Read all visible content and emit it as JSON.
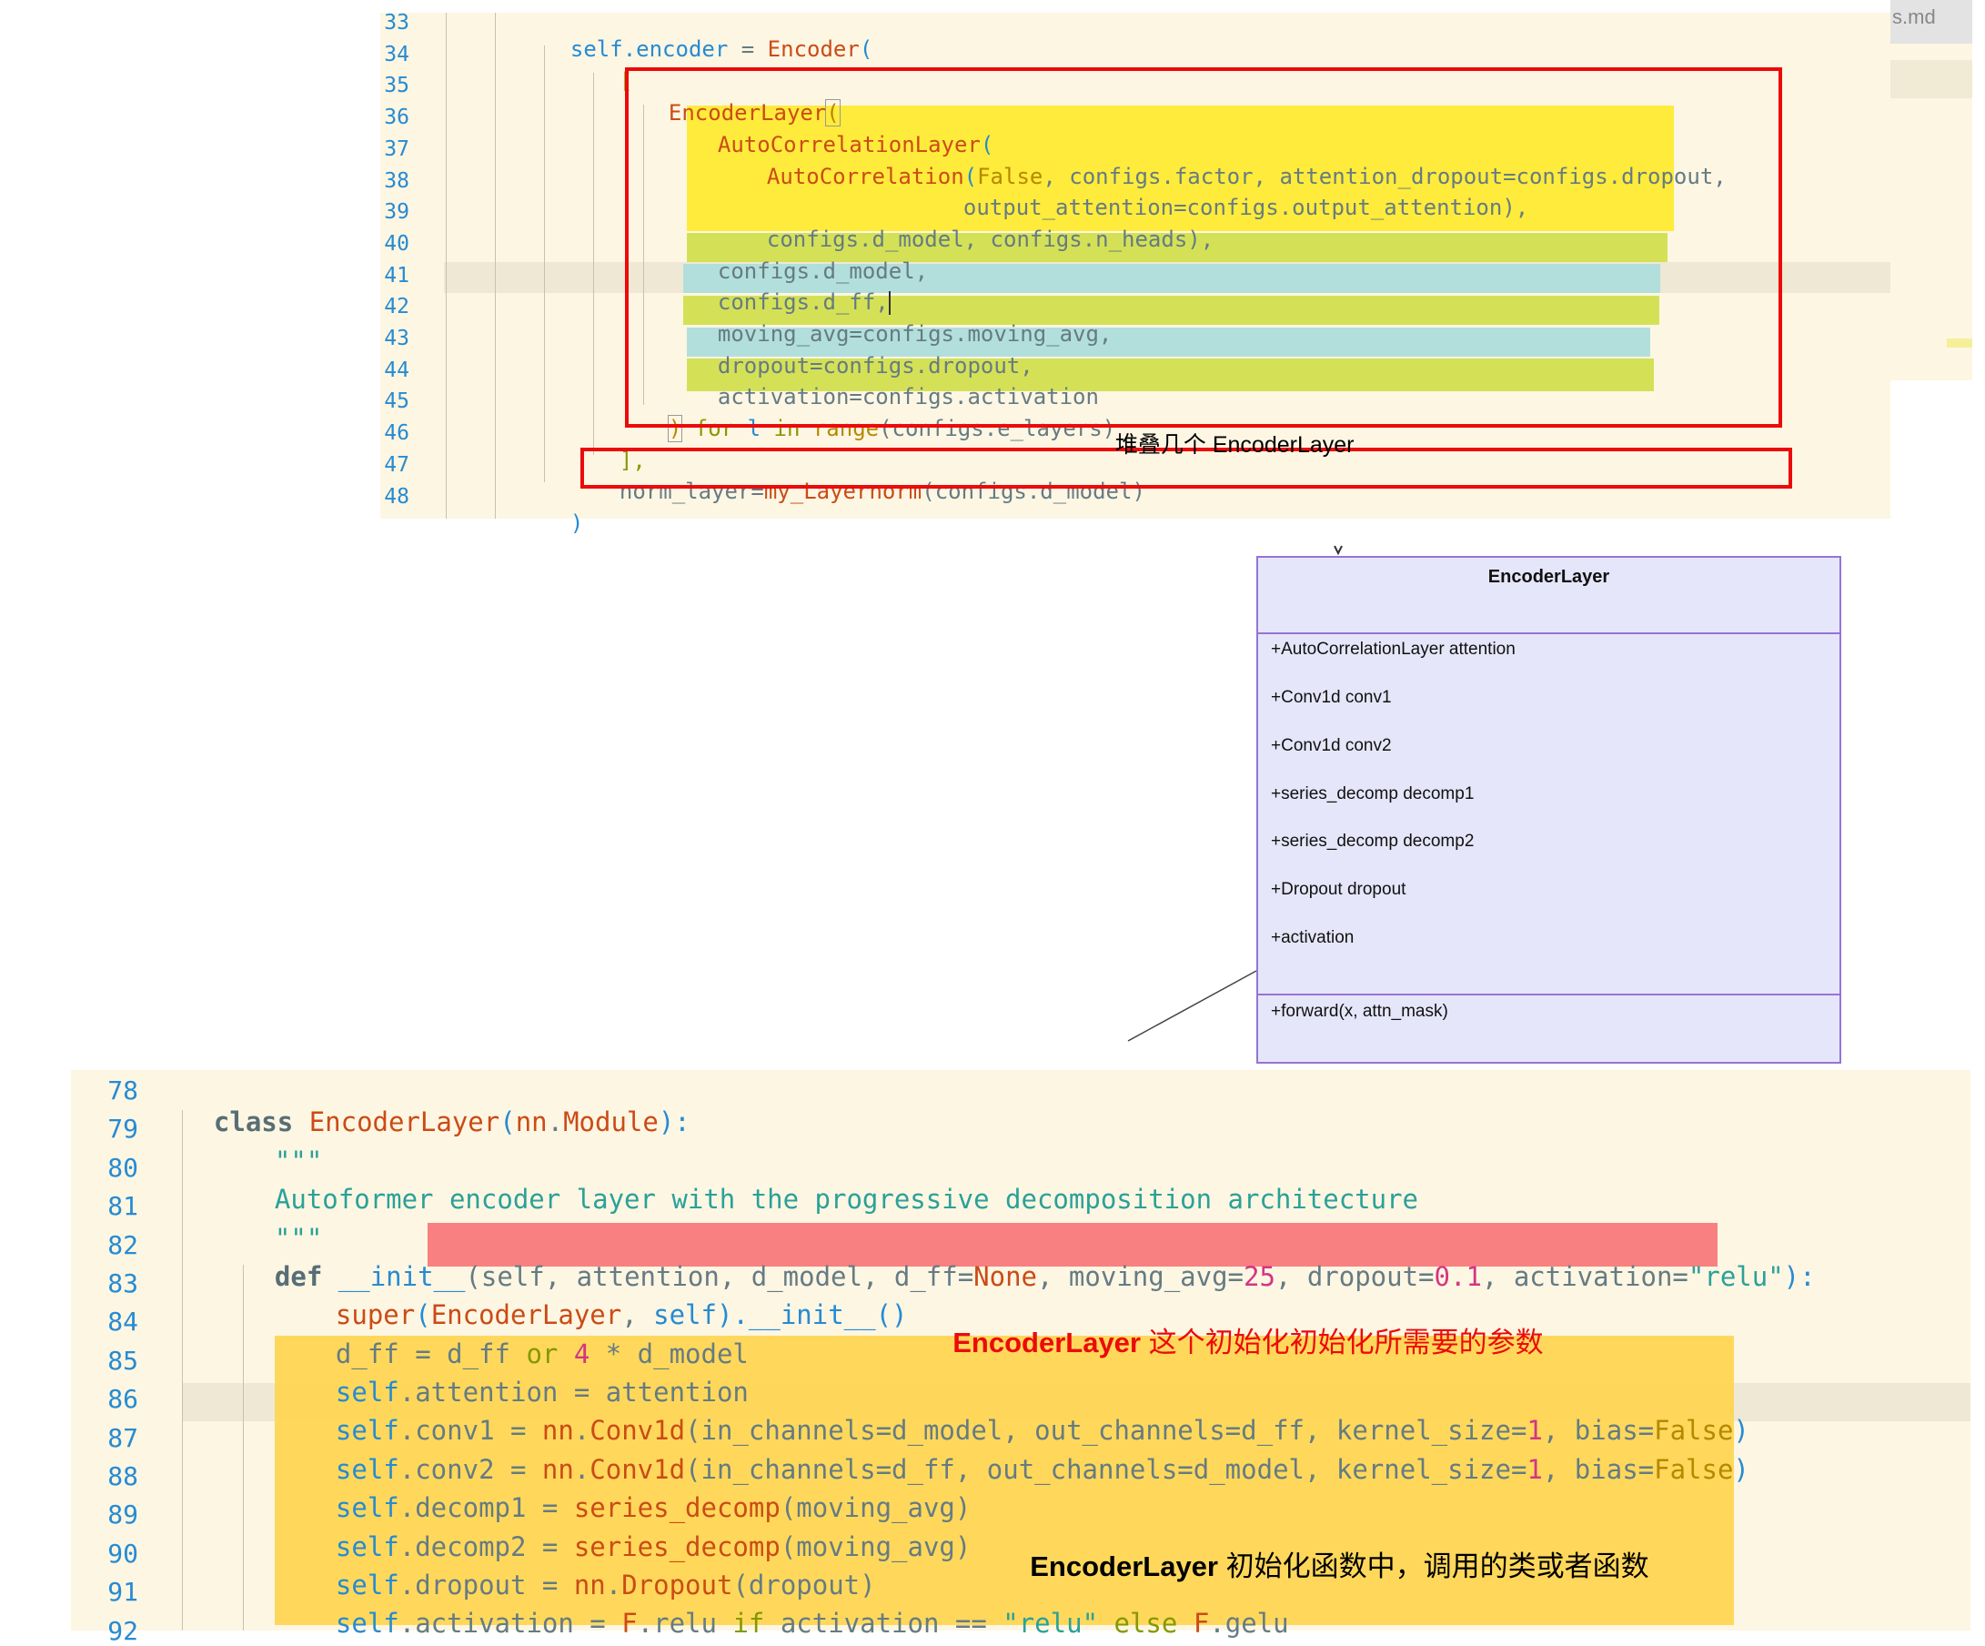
{
  "editor_top": {
    "line_numbers": [
      "33",
      "34",
      "35",
      "36",
      "37",
      "38",
      "39",
      "40",
      "41",
      "42",
      "43",
      "44",
      "45",
      "46",
      "47",
      "48"
    ],
    "lines": [
      [
        "self.",
        "encoder",
        " = ",
        "Encoder",
        "("
      ],
      [
        "["
      ],
      [
        "EncoderLayer",
        "("
      ],
      [
        "AutoCorrelationLayer",
        "("
      ],
      [
        "AutoCorrelation",
        "(",
        "False",
        ", configs.factor, attention_dropout=configs.dropout,"
      ],
      [
        "output_attention=configs.output_attention),"
      ],
      [
        "configs.d_model, configs.n_heads),"
      ],
      [
        "configs.d_model,"
      ],
      [
        "configs.d_ff,"
      ],
      [
        "moving_avg=configs.moving_avg,"
      ],
      [
        "dropout=configs.dropout,"
      ],
      [
        "activation=configs.activation"
      ],
      [
        ")",
        " for ",
        "l",
        " in ",
        "range",
        "(configs.e_layers)"
      ],
      [
        "],"
      ],
      [
        "norm_layer",
        "=",
        "my_Layernorm",
        "(configs.d_model)"
      ],
      [
        ")"
      ]
    ],
    "annotation": "堆叠几个 EncoderLayer",
    "tab_fragment": "s.md"
  },
  "uml": {
    "class_name": "EncoderLayer",
    "attributes": [
      "+AutoCorrelationLayer attention",
      "+Conv1d conv1",
      "+Conv1d conv2",
      "+series_decomp decomp1",
      "+series_decomp decomp2",
      "+Dropout dropout",
      "+activation"
    ],
    "methods": [
      "+forward(x, attn_mask)"
    ]
  },
  "editor_bottom": {
    "line_numbers": [
      "78",
      "79",
      "80",
      "81",
      "82",
      "83",
      "84",
      "85",
      "86",
      "87",
      "88",
      "89",
      "90",
      "91",
      "92"
    ],
    "lines": [
      [
        "class",
        " ",
        "EncoderLayer",
        "(",
        "nn",
        ".",
        "Module",
        "):"
      ],
      [
        "\"\"\""
      ],
      [
        "Autoformer encoder layer with the progressive decomposition architecture"
      ],
      [
        "\"\"\""
      ],
      [
        "def",
        " ",
        "__init__",
        "(self, attention, d_model, d_ff=",
        "None",
        ", moving_avg=",
        "25",
        ", dropout=",
        "0.1",
        ", activation=",
        "\"relu\"",
        "):"
      ],
      [
        "super",
        "(",
        "EncoderLayer",
        ", ",
        "self",
        ").",
        "__init__",
        "()"
      ],
      [
        "d_ff = d_ff ",
        "or",
        " ",
        "4",
        " * d_model"
      ],
      [
        "self",
        ".attention = attention"
      ],
      [
        "self",
        ".conv1 = ",
        "nn",
        ".",
        "Conv1d",
        "(in_channels=d_model, out_channels=d_ff, kernel_size=",
        "1",
        ", bias=",
        "False",
        ")"
      ],
      [
        "self",
        ".conv2 = ",
        "nn",
        ".",
        "Conv1d",
        "(in_channels=d_ff, out_channels=d_model, kernel_size=",
        "1",
        ", bias=",
        "False",
        ")"
      ],
      [
        "self",
        ".decomp1 = ",
        "series_decomp",
        "(moving_avg)"
      ],
      [
        "self",
        ".decomp2 = ",
        "series_decomp",
        "(moving_avg)"
      ],
      [
        "self",
        ".dropout = ",
        "nn",
        ".",
        "Dropout",
        "(dropout)"
      ],
      [
        "self",
        ".activation = ",
        "F",
        ".relu ",
        "if",
        " activation == ",
        "\"relu\"",
        " ",
        "else",
        " ",
        "F",
        ".gelu"
      ]
    ],
    "annotation_red": "EncoderLayer 这个初始化初始化所需要的参数",
    "annotation_red_bold": "EncoderLayer",
    "annotation_red_rest": " 这个初始化初始化所需要的参数",
    "annotation_black_bold": "EncoderLayer",
    "annotation_black_rest": " 初始化函数中，调用的类或者函数"
  },
  "colors": {
    "background": "#fdf6e3",
    "line_number": "#268bd2",
    "highlight_yellow": "#ffeb3b",
    "highlight_green": "#d4e157",
    "highlight_teal": "#b2dfdb",
    "highlight_red": "#f88080",
    "highlight_orange": "#ffd54f",
    "box_red": "#ec0a0a",
    "uml_fill": "#e6e6fa",
    "uml_border": "#9673d4"
  }
}
